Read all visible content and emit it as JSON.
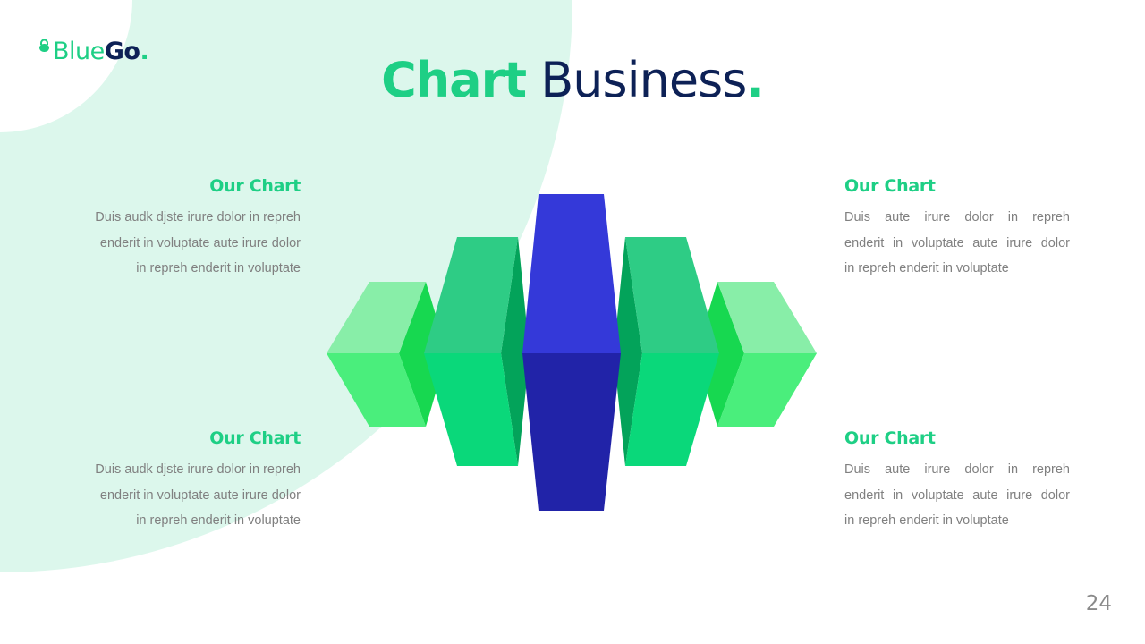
{
  "logo": {
    "text_light": "Blue",
    "text_bold": "Go",
    "dot": "."
  },
  "title": {
    "accent": "Chart",
    "main": "Business",
    "dot": "."
  },
  "blocks": [
    {
      "heading": "Our Chart",
      "lines": [
        "Duis audk djste irure dolor in repreh",
        "enderit in voluptate aute irure dolor",
        "in repreh enderit in voluptate"
      ]
    },
    {
      "heading": "Our Chart",
      "lines": [
        "Duis audk djste irure dolor in repreh",
        "enderit in voluptate aute irure dolor",
        "in repreh enderit in voluptate"
      ]
    },
    {
      "heading": "Our Chart",
      "lines": [
        "Duis aute irure dolor in repreh",
        "enderit in voluptate aute irure dolor",
        "in repreh enderit in voluptate"
      ]
    },
    {
      "heading": "Our Chart",
      "lines": [
        "Duis aute irure dolor in repreh",
        "enderit in voluptate aute irure dolor",
        "in repreh enderit in voluptate"
      ]
    }
  ],
  "page_number": "24",
  "colors": {
    "accent": "#1ecf85",
    "navy": "#0d2156",
    "mint_bg": "#dcf7ec",
    "outer_top": "#88eea8",
    "outer_front": "#4aee7c",
    "outer_side": "#17d850",
    "inner_top": "#2ecc85",
    "inner_front": "#0ad87a",
    "inner_side": "#03a35a",
    "center_top": "#3439d9",
    "center_front": "#2123a8"
  }
}
